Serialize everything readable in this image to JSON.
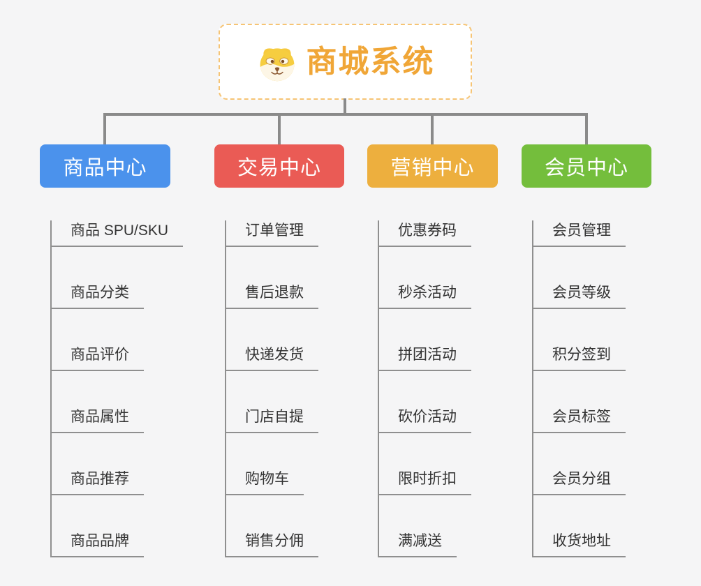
{
  "page": {
    "background_color": "#f5f5f6",
    "connector_color": "#8a8a8a"
  },
  "root": {
    "title": "商城系统",
    "icon": "dog-face-icon",
    "text_color": "#f0a637",
    "border_color": "#f6c474",
    "fill_color": "#ffffff"
  },
  "branches": [
    {
      "label": "商品中心",
      "color": "#4b92ec",
      "children": [
        "商品 SPU/SKU",
        "商品分类",
        "商品评价",
        "商品属性",
        "商品推荐",
        "商品品牌"
      ]
    },
    {
      "label": "交易中心",
      "color": "#ea5b55",
      "children": [
        "订单管理",
        "售后退款",
        "快递发货",
        "门店自提",
        "购物车",
        "销售分佣"
      ]
    },
    {
      "label": "营销中心",
      "color": "#edaf3e",
      "children": [
        "优惠券码",
        "秒杀活动",
        "拼团活动",
        "砍价活动",
        "限时折扣",
        "满减送"
      ]
    },
    {
      "label": "会员中心",
      "color": "#74be3c",
      "children": [
        "会员管理",
        "会员等级",
        "积分签到",
        "会员标签",
        "会员分组",
        "收货地址"
      ]
    }
  ]
}
